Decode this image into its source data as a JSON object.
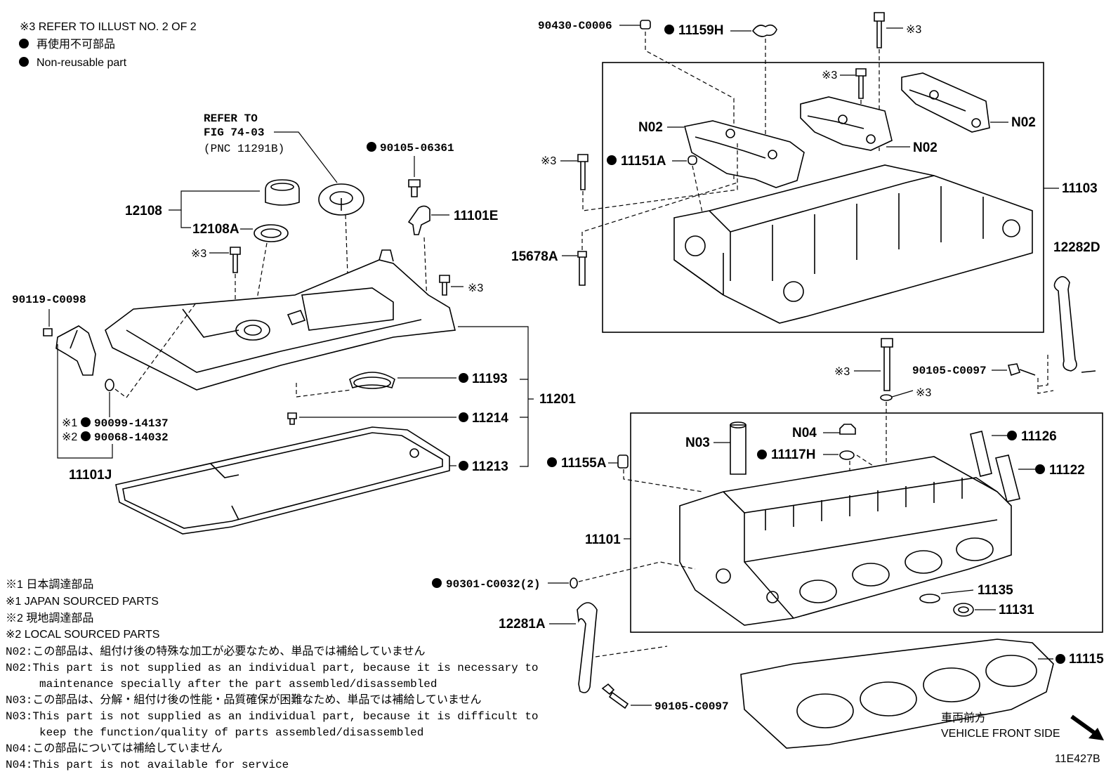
{
  "header_notes": {
    "refer_note": "※3 REFER TO ILLUST NO. 2 OF 2",
    "legend_jp": "再使用不可部品",
    "legend_en": "Non-reusable part"
  },
  "refer": {
    "line1": "REFER TO",
    "line2": "FIG 74-03",
    "line3": "(PNC 11291B)"
  },
  "labels": {
    "p90430": "90430-C0006",
    "p11159H": "11159H",
    "p11151A": "11151A",
    "p15678A": "15678A",
    "p11103": "11103",
    "p12282D": "12282D",
    "p90105_C0097_a": "90105-C0097",
    "p90105_06361": "90105-06361",
    "p11101E": "11101E",
    "p12108": "12108",
    "p12108A": "12108A",
    "p90119": "90119-C0098",
    "p11193": "11193",
    "p11214": "11214",
    "p11213": "11213",
    "p11201": "11201",
    "p90099": "90099-14137",
    "p90068": "90068-14032",
    "p11101J": "11101J",
    "p11155A": "11155A",
    "pN03": "N03",
    "pN04": "N04",
    "p11117H": "11117H",
    "p11126": "11126",
    "p11122": "11122",
    "p11101": "11101",
    "p90301": "90301-C0032(2)",
    "p11135": "11135",
    "p11131": "11131",
    "p12281A": "12281A",
    "p11115": "11115",
    "p90105_C0097_b": "90105-C0097",
    "n02": "N02",
    "ref3": "※3",
    "ref1": "※1",
    "ref2": "※2"
  },
  "footnotes": [
    "※1 日本調達部品",
    "※1 JAPAN SOURCED PARTS",
    "※2 現地調達部品",
    "※2 LOCAL SOURCED PARTS",
    "N02:この部品は、組付け後の特殊な加工が必要なため、単品では補給していません",
    "N02:This part is not supplied as an individual part, because it is necessary to",
    "     maintenance specially after the part assembled/disassembled",
    "N03:この部品は、分解・組付け後の性能・品質確保が困難なため、単品では補給していません",
    "N03:This part is not supplied as an individual part, because it is difficult to",
    "     keep the function/quality of parts assembled/disassembled",
    "N04:この部品については補給していません",
    "N04:This part is not available for service"
  ],
  "vehicle_front": {
    "jp": "車両前方",
    "en": "VEHICLE FRONT SIDE"
  },
  "figure_code": "11E427B"
}
